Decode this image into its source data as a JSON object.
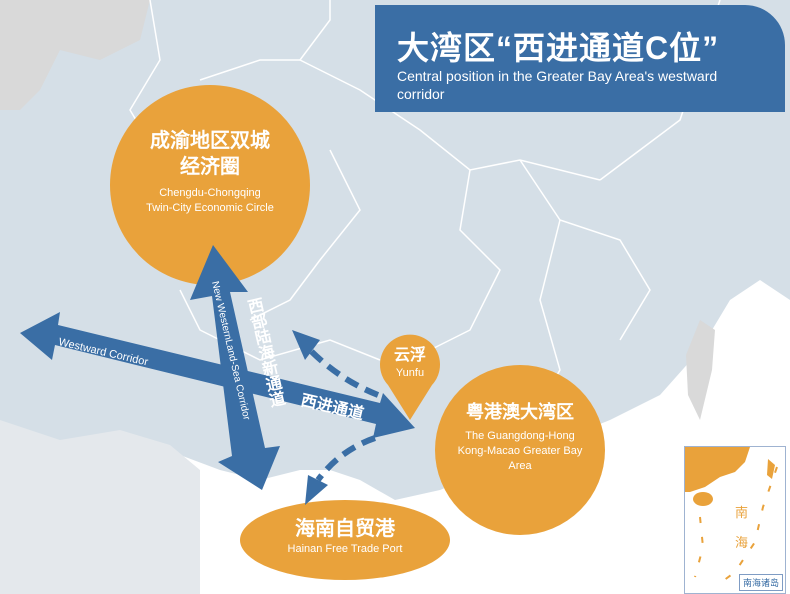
{
  "title": {
    "cn": "大湾区“西进通道C位”",
    "en": "Central position in the Greater Bay Area's westward  corridor"
  },
  "nodes": {
    "chengyu": {
      "cn_line1": "成渝地区双城",
      "cn_line2": "经济圈",
      "en_line1": "Chengdu-Chongqing",
      "en_line2": "Twin-City Economic Circle"
    },
    "yunfu": {
      "cn": "云浮",
      "en": "Yunfu"
    },
    "gba": {
      "cn": "粤港澳大湾区",
      "en_line1": "The Guangdong-Hong",
      "en_line2": "Kong-Macao Greater Bay",
      "en_line3": "Area"
    },
    "hainan": {
      "cn": "海南自贸港",
      "en": "Hainan Free Trade Port"
    }
  },
  "corridors": {
    "westward_en": "Westward Corridor",
    "westward_cn": "西进通道",
    "landsea_cn": "西部陆海新通道",
    "landsea_en": "New WesternLand-Sea Corridor"
  },
  "inset": {
    "title": "南海诸岛",
    "char1": "南",
    "char2": "海"
  },
  "colors": {
    "accent_blue": "#3a6ea5",
    "orange": "#e9a23b",
    "land": "#d5dfe7",
    "foreign_land": "#d9d9d9",
    "sea": "#ffffff"
  }
}
